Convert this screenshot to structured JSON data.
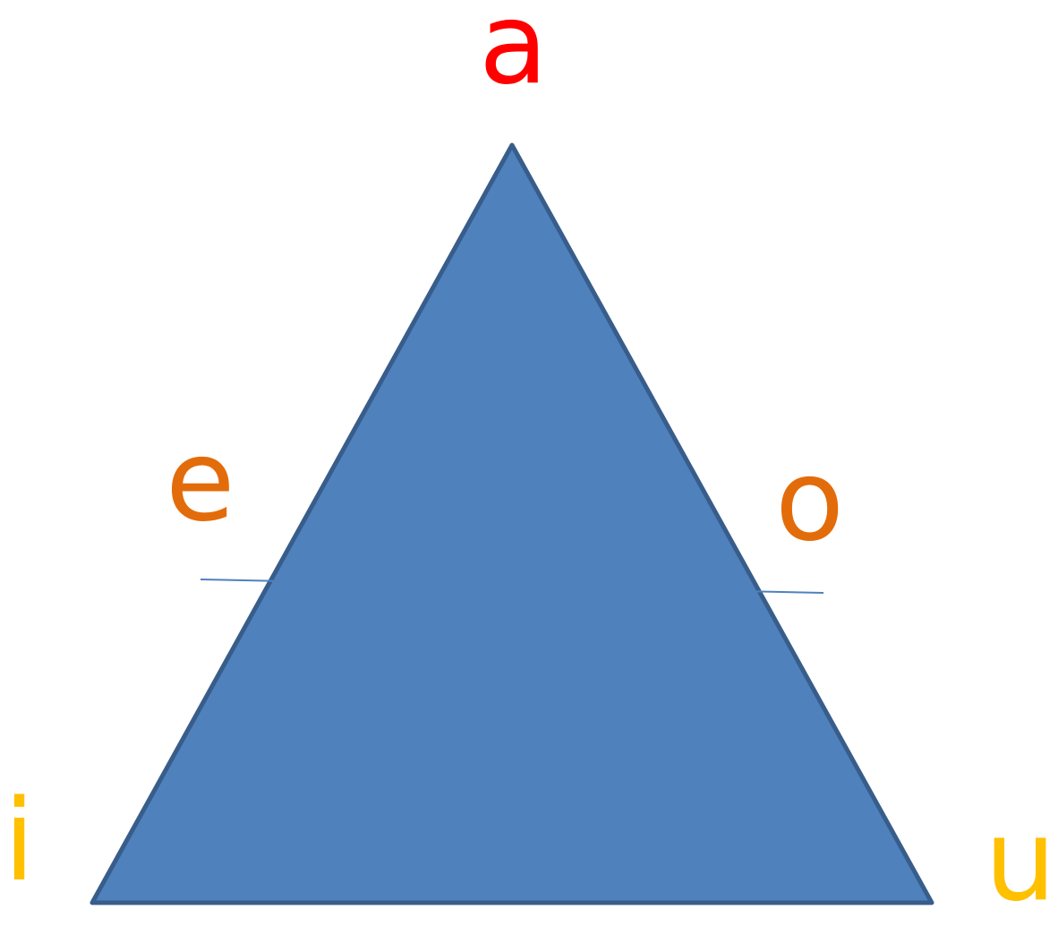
{
  "vowels": {
    "a": {
      "label": "a",
      "color": "#ff0000"
    },
    "e": {
      "label": "e",
      "color": "#e36c0a"
    },
    "o": {
      "label": "o",
      "color": "#e36c0a"
    },
    "i": {
      "label": "i",
      "color": "#ffc000"
    },
    "u": {
      "label": "u",
      "color": "#ffc000"
    }
  },
  "colors": {
    "triangle_fill": "#4f81bd",
    "triangle_stroke": "#385d8a",
    "divider_line": "#4f81bd"
  }
}
